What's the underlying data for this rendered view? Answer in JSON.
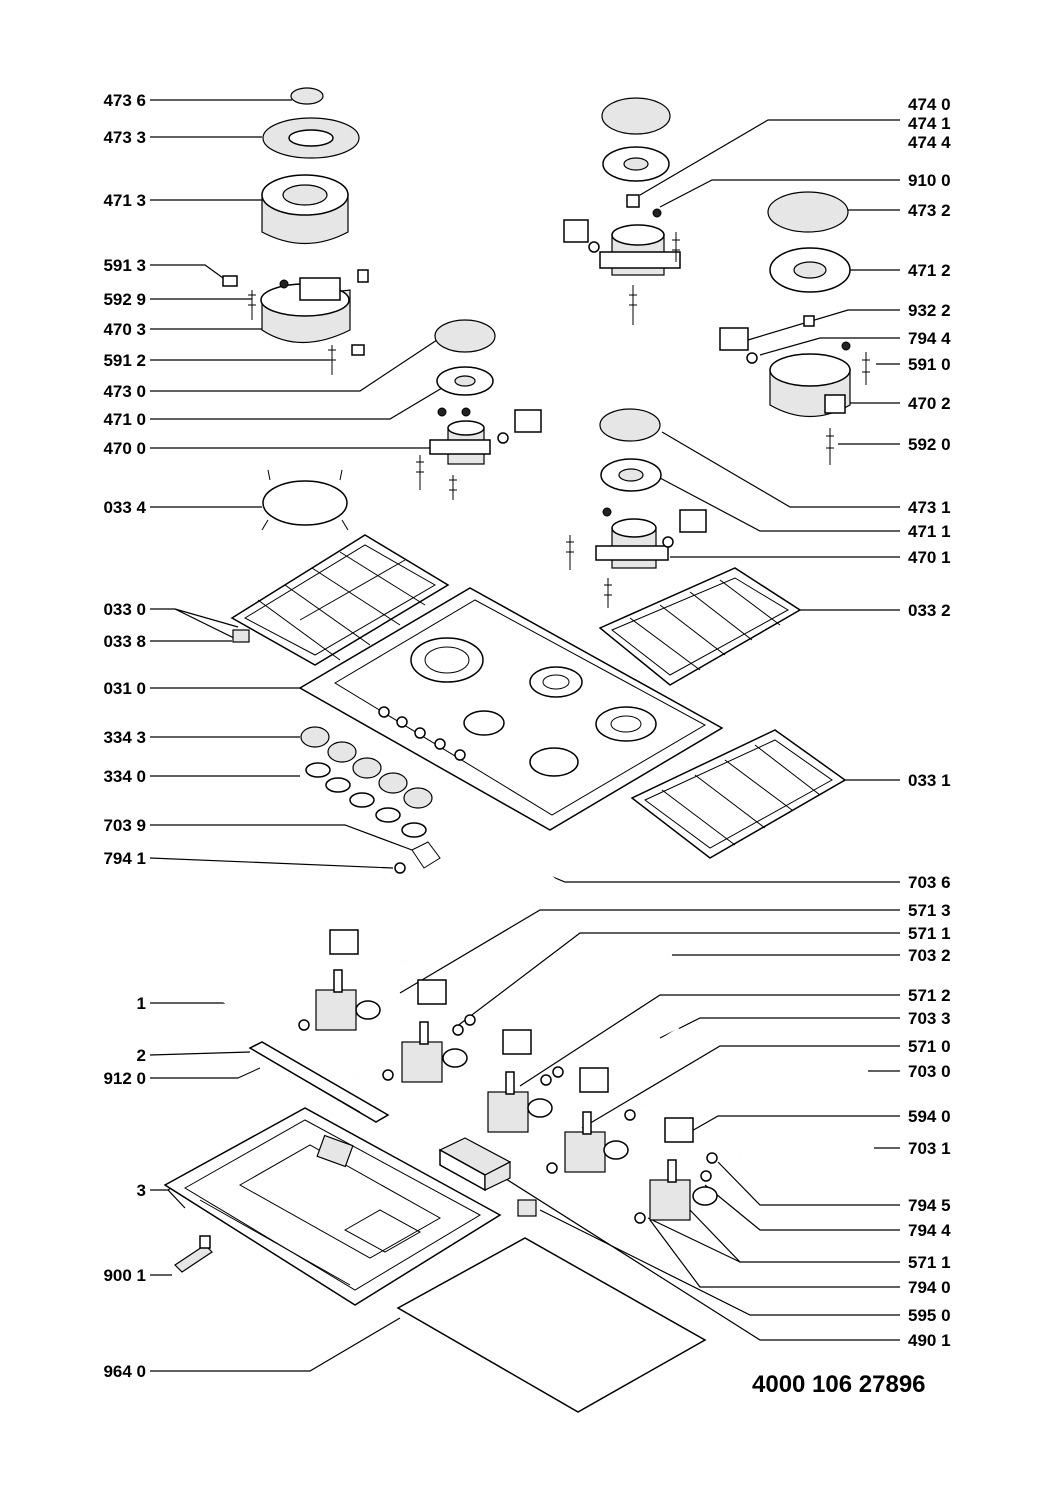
{
  "document_number": "4000 106 27896",
  "parts": [
    {
      "id": "p4736",
      "label": "473 6"
    },
    {
      "id": "p4733",
      "label": "473 3"
    },
    {
      "id": "p4713",
      "label": "471 3"
    },
    {
      "id": "p5913",
      "label": "591 3"
    },
    {
      "id": "p5929",
      "label": "592 9"
    },
    {
      "id": "p4703",
      "label": "470 3"
    },
    {
      "id": "p5912",
      "label": "591 2"
    },
    {
      "id": "p4730",
      "label": "473 0"
    },
    {
      "id": "p4710",
      "label": "471 0"
    },
    {
      "id": "p4700",
      "label": "470 0"
    },
    {
      "id": "p0334",
      "label": "033 4"
    },
    {
      "id": "p0330",
      "label": "033 0"
    },
    {
      "id": "p0338",
      "label": "033 8"
    },
    {
      "id": "p0310",
      "label": "031 0"
    },
    {
      "id": "p3343",
      "label": "334 3"
    },
    {
      "id": "p3340",
      "label": "334 0"
    },
    {
      "id": "p7039",
      "label": "703 9"
    },
    {
      "id": "p7941",
      "label": "794 1"
    },
    {
      "id": "p1",
      "label": "1"
    },
    {
      "id": "p2",
      "label": "2"
    },
    {
      "id": "p9120",
      "label": "912 0"
    },
    {
      "id": "p3",
      "label": "3"
    },
    {
      "id": "p9001",
      "label": "900 1"
    },
    {
      "id": "p9640",
      "label": "964 0"
    },
    {
      "id": "p4740",
      "label": "474 0"
    },
    {
      "id": "p4741",
      "label": "474 1"
    },
    {
      "id": "p4744",
      "label": "474 4"
    },
    {
      "id": "p9100",
      "label": "910 0"
    },
    {
      "id": "p4732",
      "label": "473 2"
    },
    {
      "id": "p4712",
      "label": "471 2"
    },
    {
      "id": "p9322",
      "label": "932 2"
    },
    {
      "id": "p7944a",
      "label": "794 4"
    },
    {
      "id": "p5910",
      "label": "591 0"
    },
    {
      "id": "p4702",
      "label": "470 2"
    },
    {
      "id": "p5920",
      "label": "592 0"
    },
    {
      "id": "p4731",
      "label": "473 1"
    },
    {
      "id": "p4711",
      "label": "471 1"
    },
    {
      "id": "p4701",
      "label": "470 1"
    },
    {
      "id": "p0332",
      "label": "033 2"
    },
    {
      "id": "p0331",
      "label": "033 1"
    },
    {
      "id": "p7036",
      "label": "703 6"
    },
    {
      "id": "p5713",
      "label": "571 3"
    },
    {
      "id": "p5711a",
      "label": "571 1"
    },
    {
      "id": "p7032",
      "label": "703 2"
    },
    {
      "id": "p5712",
      "label": "571 2"
    },
    {
      "id": "p7033",
      "label": "703 3"
    },
    {
      "id": "p5710",
      "label": "571 0"
    },
    {
      "id": "p7030",
      "label": "703 0"
    },
    {
      "id": "p5940",
      "label": "594 0"
    },
    {
      "id": "p7031",
      "label": "703 1"
    },
    {
      "id": "p7945",
      "label": "794 5"
    },
    {
      "id": "p7944b",
      "label": "794 4"
    },
    {
      "id": "p5711b",
      "label": "571 1"
    },
    {
      "id": "p7940",
      "label": "794 0"
    },
    {
      "id": "p5950",
      "label": "595 0"
    },
    {
      "id": "p4901",
      "label": "490 1"
    }
  ]
}
